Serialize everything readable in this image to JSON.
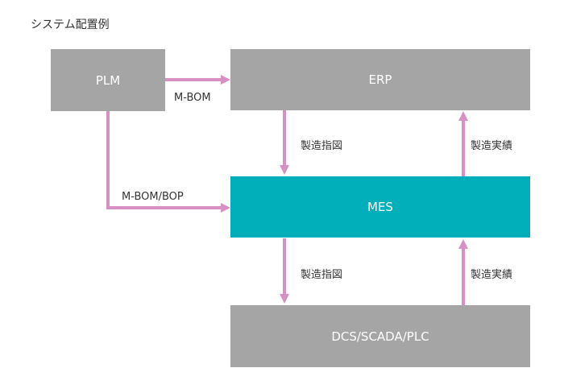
{
  "title": "システム配置例",
  "colors": {
    "box_gray": "#a5a5a5",
    "box_teal": "#00afb9",
    "arrow": "#d88fc4",
    "text_dark": "#333333",
    "text_light": "#ffffff"
  },
  "nodes": {
    "plm": "PLM",
    "erp": "ERP",
    "mes": "MES",
    "dcs": "DCS/SCADA/PLC"
  },
  "edges": {
    "plm_erp": "M-BOM",
    "plm_mes": "M-BOM/BOP",
    "erp_mes": "製造指図",
    "mes_erp": "製造実績",
    "mes_dcs": "製造指図",
    "dcs_mes": "製造実績"
  }
}
